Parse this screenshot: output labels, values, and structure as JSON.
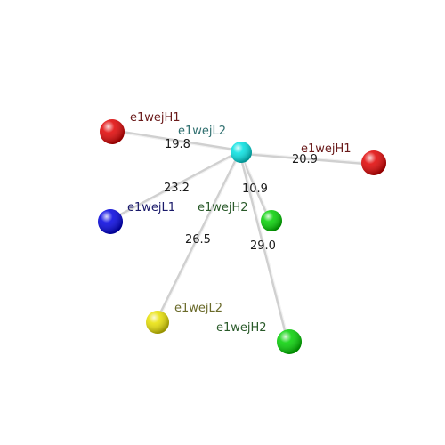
{
  "nodes": [
    {
      "id": "center",
      "label": "e1wejL2",
      "color": "#00e0e0",
      "label_color": "#2f6f6f"
    },
    {
      "id": "h1_left",
      "label": "e1wejH1",
      "color": "#e00000",
      "label_color": "#6a1a1a"
    },
    {
      "id": "h1_right",
      "label": "e1wejH1",
      "color": "#e00000",
      "label_color": "#6a1a1a"
    },
    {
      "id": "l1",
      "label": "e1wejL1",
      "color": "#0000e0",
      "label_color": "#1a1a6a"
    },
    {
      "id": "h2_near",
      "label": "e1wejH2",
      "color": "#00d000",
      "label_color": "#2a5a2a"
    },
    {
      "id": "l2_yellow",
      "label": "e1wejL2",
      "color": "#e8e000",
      "label_color": "#6a6a2a"
    },
    {
      "id": "h2_far",
      "label": "e1wejH2",
      "color": "#00d000",
      "label_color": "#2a5a2a"
    }
  ],
  "edges": [
    {
      "from": "center",
      "to": "h1_left",
      "distance": "19.8"
    },
    {
      "from": "center",
      "to": "h1_right",
      "distance": "20.9"
    },
    {
      "from": "center",
      "to": "l1",
      "distance": "23.2"
    },
    {
      "from": "center",
      "to": "h2_near",
      "distance": "10.9"
    },
    {
      "from": "center",
      "to": "l2_yellow",
      "distance": "26.5"
    },
    {
      "from": "center",
      "to": "h2_far",
      "distance": "29.0"
    }
  ]
}
